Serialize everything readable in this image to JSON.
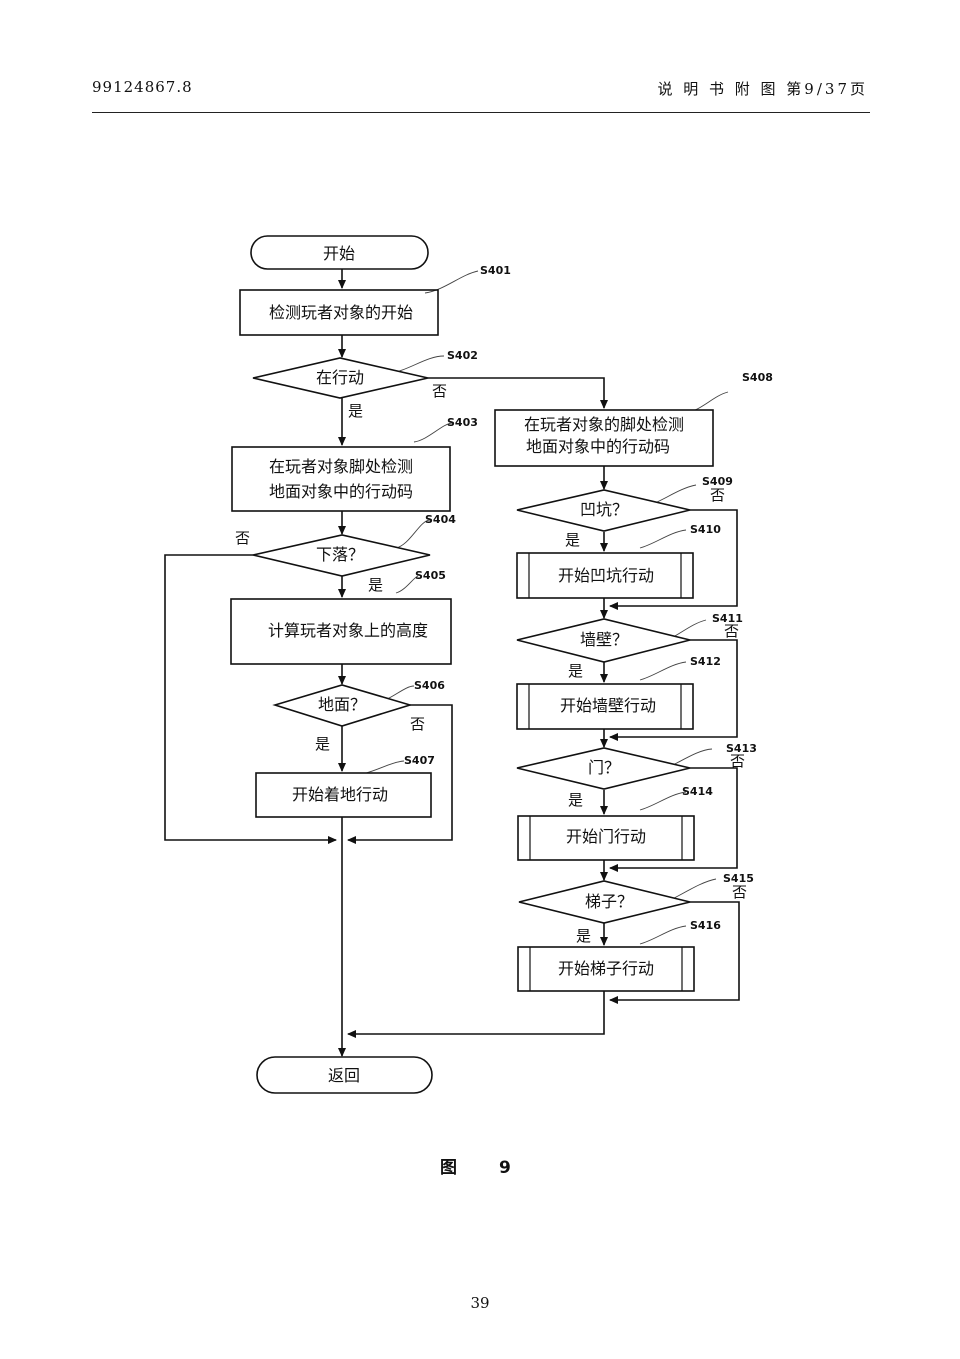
{
  "header": {
    "doc_number": "99124867.8",
    "section": "说 明 书 附 图 第9/37页"
  },
  "flowchart": {
    "start": "开始",
    "end": "返回",
    "yes": "是",
    "no": "否",
    "steps": {
      "S401": {
        "id": "S401",
        "lines": [
          "检测玩者对象的开始"
        ]
      },
      "S402": {
        "id": "S402",
        "lines": [
          "在行动"
        ]
      },
      "S403": {
        "id": "S403",
        "lines": [
          "在玩者对象脚处检测",
          "地面对象中的行动码"
        ]
      },
      "S404": {
        "id": "S404",
        "lines": [
          "下落？"
        ]
      },
      "S405": {
        "id": "S405",
        "lines": [
          "计算玩者对象上的高度"
        ]
      },
      "S406": {
        "id": "S406",
        "lines": [
          "地面？"
        ]
      },
      "S407": {
        "id": "S407",
        "lines": [
          "开始着地行动"
        ]
      },
      "S408": {
        "id": "S408",
        "lines": [
          "在玩者对象的脚处检测",
          "地面对象中的行动码"
        ]
      },
      "S409": {
        "id": "S409",
        "lines": [
          "凹坑？"
        ]
      },
      "S410": {
        "id": "S410",
        "lines": [
          "开始凹坑行动"
        ]
      },
      "S411": {
        "id": "S411",
        "lines": [
          "墙壁？"
        ]
      },
      "S412": {
        "id": "S412",
        "lines": [
          "开始墙壁行动"
        ]
      },
      "S413": {
        "id": "S413",
        "lines": [
          "门？"
        ]
      },
      "S414": {
        "id": "S414",
        "lines": [
          "开始门行动"
        ]
      },
      "S415": {
        "id": "S415",
        "lines": [
          "梯子？"
        ]
      },
      "S416": {
        "id": "S416",
        "lines": [
          "开始梯子行动"
        ]
      }
    }
  },
  "caption": {
    "label": "图",
    "number": "9"
  },
  "page_number": "39"
}
